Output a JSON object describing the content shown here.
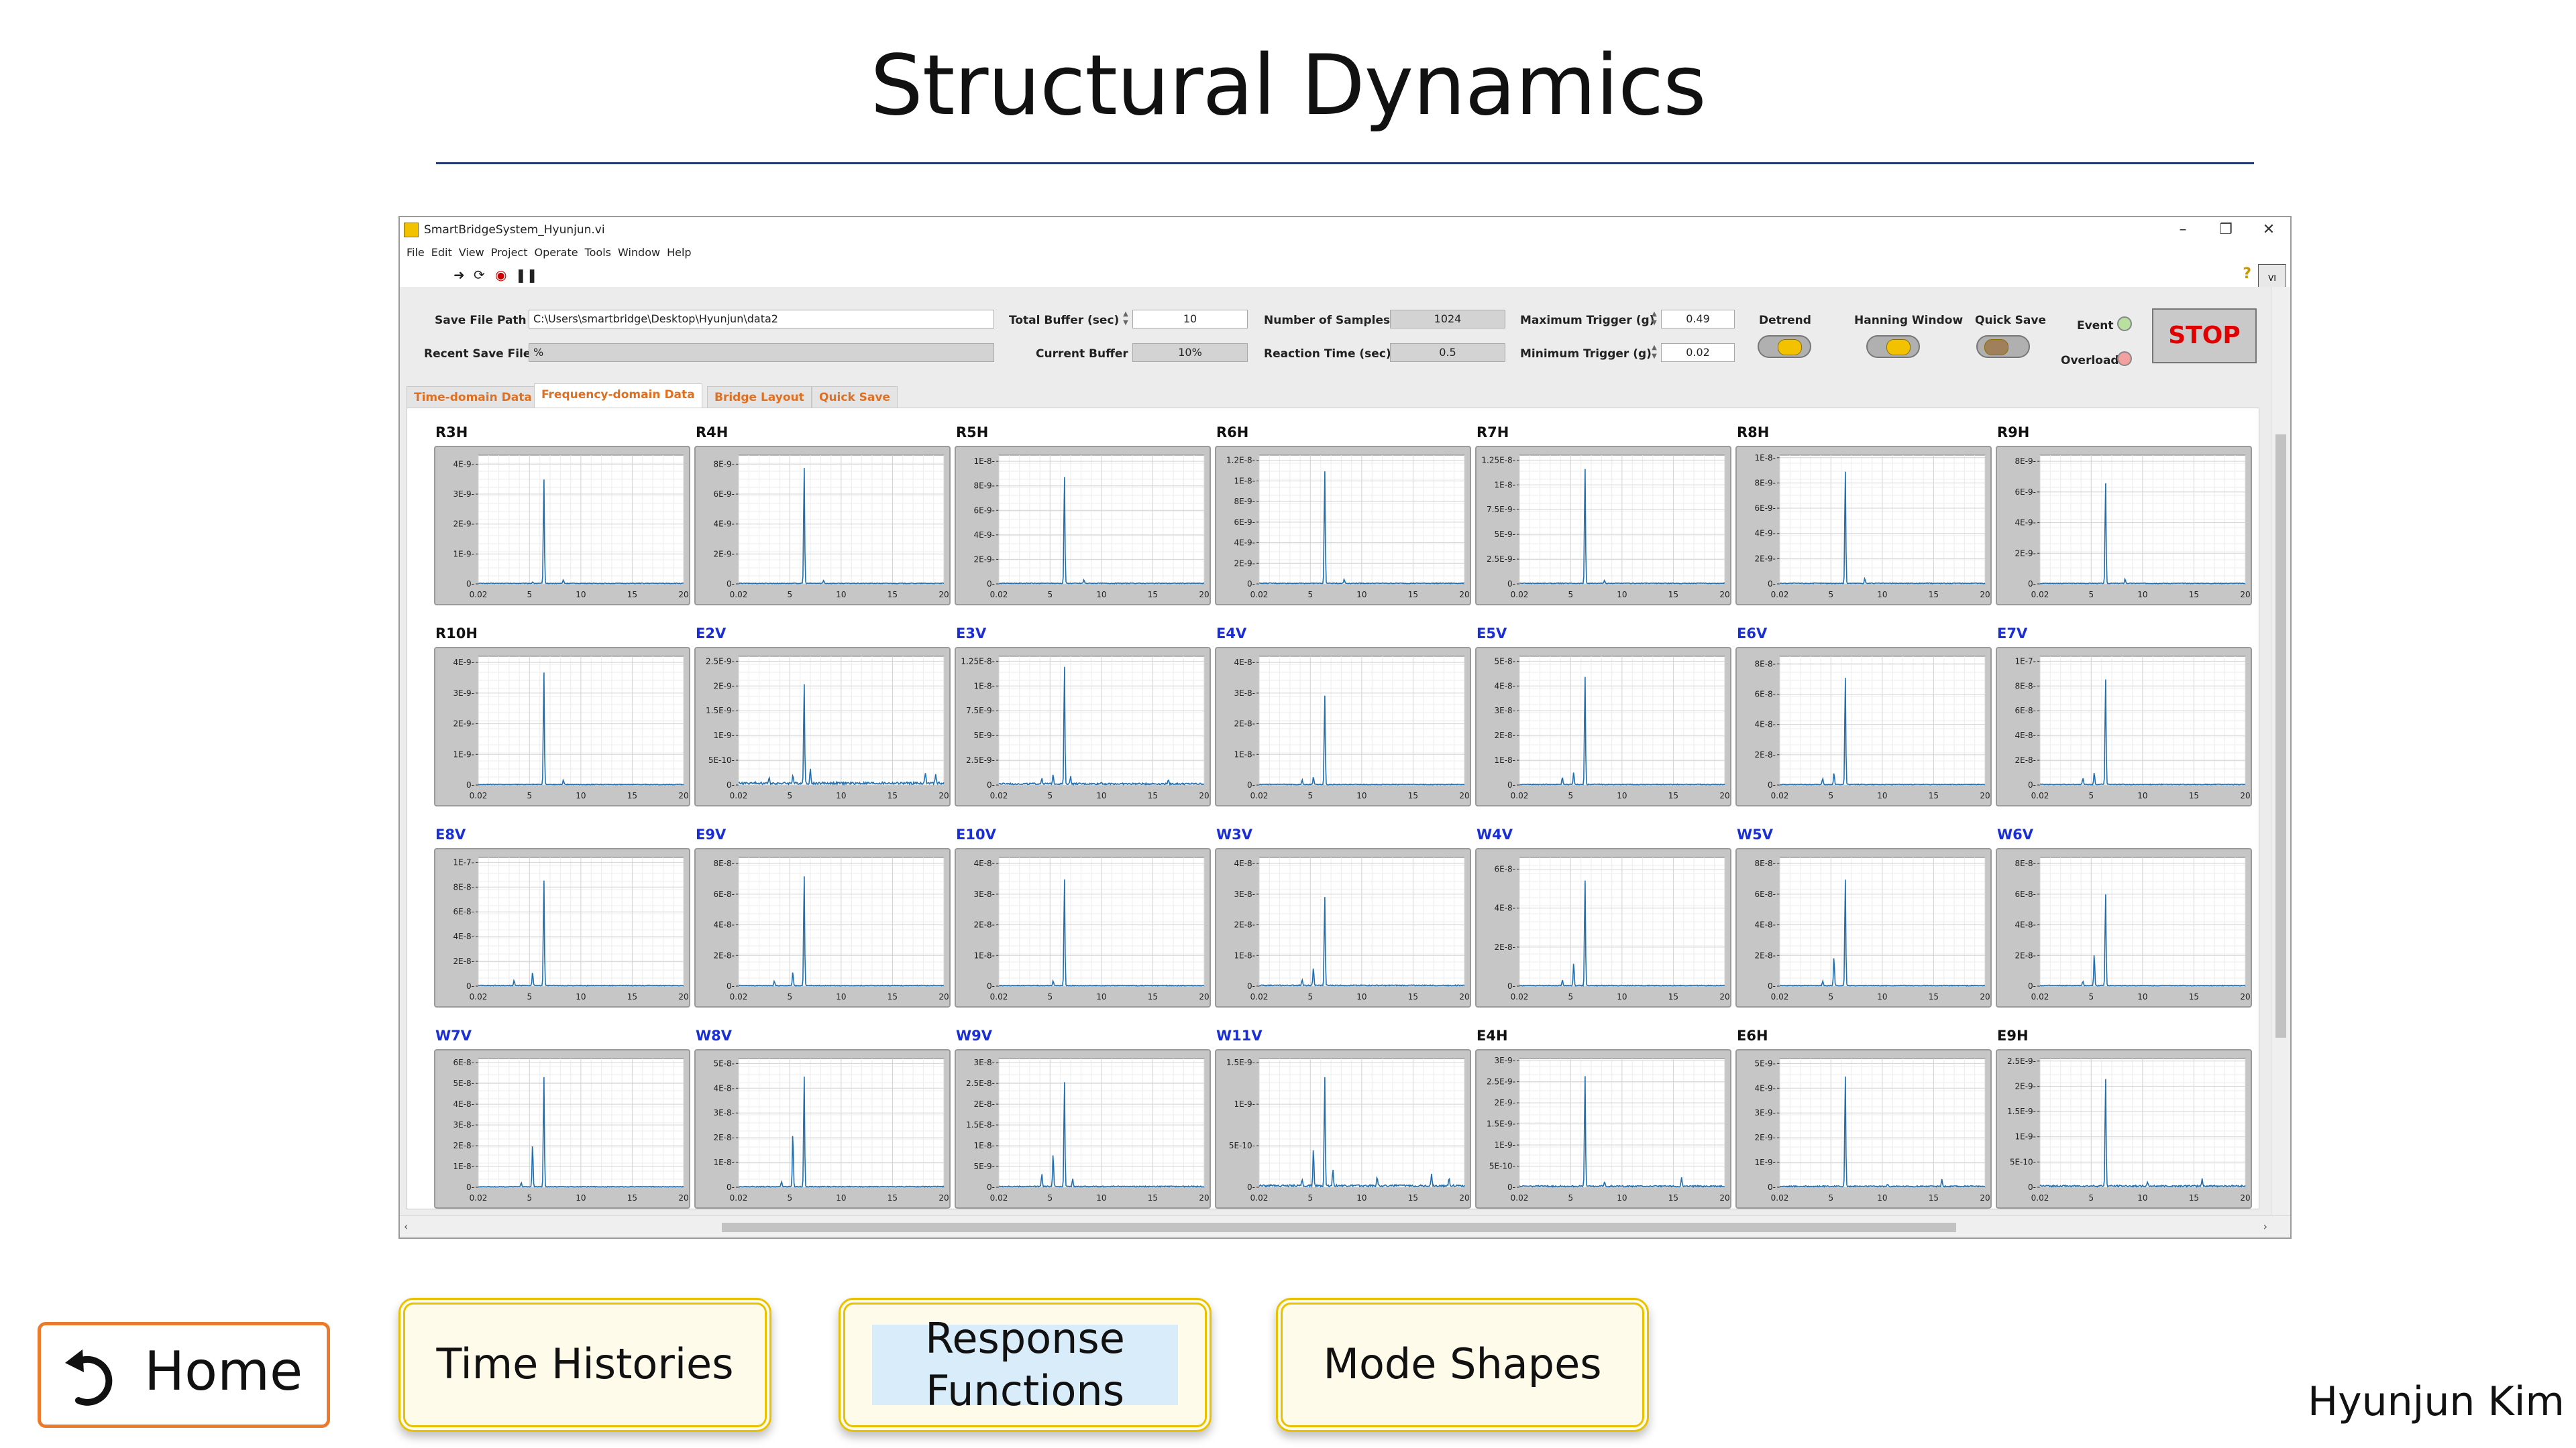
{
  "page": {
    "title": "Structural Dynamics",
    "author": "Hyunjun Kim"
  },
  "window": {
    "title": "SmartBridgeSystem_Hyunjun.vi",
    "menu": [
      "File",
      "Edit",
      "View",
      "Project",
      "Operate",
      "Tools",
      "Window",
      "Help"
    ],
    "toolbar_icons": [
      "run-arrow-icon",
      "run-continuous-icon",
      "abort-icon",
      "pause-icon"
    ]
  },
  "controls": {
    "save_file_path_label": "Save File Path",
    "save_file_path": "C:\\Users\\smartbridge\\Desktop\\Hyunjun\\data2",
    "recent_save_file_label": "Recent Save File",
    "recent_save_file": "%",
    "total_buffer_label": "Total Buffer (sec)",
    "total_buffer": "10",
    "current_buffer_label": "Current Buffer",
    "current_buffer": "10%",
    "number_of_samples_label": "Number of Samples",
    "number_of_samples": "1024",
    "reaction_time_label": "Reaction Time (sec)",
    "reaction_time": "0.5",
    "maximum_trigger_label": "Maximum Trigger (g)",
    "maximum_trigger": "0.49",
    "minimum_trigger_label": "Minimum Trigger (g)",
    "minimum_trigger": "0.02",
    "detrend_label": "Detrend",
    "hanning_label": "Hanning Window",
    "quick_save_label": "Quick Save",
    "event_label": "Event",
    "overload_label": "Overload",
    "stop_label": "STOP"
  },
  "tabs": [
    "Time-domain Data",
    "Frequency-domain Data",
    "Bridge Layout",
    "Quick Save"
  ],
  "active_tab": 1,
  "nav": {
    "home": "Home",
    "time_histories": "Time Histories",
    "response_functions_line1": "Response",
    "response_functions_line2": "Functions",
    "mode_shapes": "Mode Shapes"
  },
  "colors": {
    "trace": "#1f6fb0",
    "title_black": "#111111",
    "title_blue": "#1a2ed8",
    "stop_red": "#e00000",
    "event_led": "#b8e0a0",
    "overload_led": "#f2a0a0"
  },
  "chart_data": [
    {
      "type": "line",
      "title": "R3H",
      "title_color": "black",
      "yticks": [
        "0",
        "1E-9",
        "2E-9",
        "3E-9",
        "4E-9"
      ],
      "ymax": 4.3e-09,
      "xticks": [
        "0.02",
        "5",
        "10",
        "15",
        "20"
      ],
      "xlim": [
        0.02,
        20
      ],
      "peaks": [
        [
          6.4,
          3.6e-09
        ],
        [
          8.3,
          1.2e-10
        ],
        [
          5.3,
          5e-11
        ]
      ],
      "noise": 3e-11
    },
    {
      "type": "line",
      "title": "R4H",
      "title_color": "black",
      "yticks": [
        "0",
        "2E-9",
        "4E-9",
        "6E-9",
        "8E-9"
      ],
      "ymax": 8.6e-09,
      "xticks": [
        "0.02",
        "5",
        "10",
        "15",
        "20"
      ],
      "xlim": [
        0.02,
        20
      ],
      "peaks": [
        [
          6.4,
          8e-09
        ],
        [
          8.3,
          2e-10
        ]
      ],
      "noise": 6e-11
    },
    {
      "type": "line",
      "title": "R5H",
      "title_color": "black",
      "yticks": [
        "0",
        "2E-9",
        "4E-9",
        "6E-9",
        "8E-9",
        "1E-8"
      ],
      "ymax": 1.05e-08,
      "xticks": [
        "0.02",
        "5",
        "10",
        "15",
        "20"
      ],
      "xlim": [
        0.02,
        20
      ],
      "peaks": [
        [
          6.4,
          9e-09
        ],
        [
          8.3,
          3e-10
        ]
      ],
      "noise": 8e-11
    },
    {
      "type": "line",
      "title": "R6H",
      "title_color": "black",
      "yticks": [
        "0",
        "2E-9",
        "4E-9",
        "6E-9",
        "8E-9",
        "1E-8",
        "1.2E-8"
      ],
      "ymax": 1.25e-08,
      "xticks": [
        "0.02",
        "5",
        "10",
        "15",
        "20"
      ],
      "xlim": [
        0.02,
        20
      ],
      "peaks": [
        [
          6.4,
          1.13e-08
        ],
        [
          8.3,
          4e-10
        ]
      ],
      "noise": 1e-10
    },
    {
      "type": "line",
      "title": "R7H",
      "title_color": "black",
      "yticks": [
        "0",
        "2.5E-9",
        "5E-9",
        "7.5E-9",
        "1E-8",
        "1.25E-8"
      ],
      "ymax": 1.3e-08,
      "xticks": [
        "0.02",
        "5",
        "10",
        "15",
        "20"
      ],
      "xlim": [
        0.02,
        20
      ],
      "peaks": [
        [
          6.4,
          1.2e-08
        ],
        [
          8.3,
          3e-10
        ]
      ],
      "noise": 1e-10
    },
    {
      "type": "line",
      "title": "R8H",
      "title_color": "black",
      "yticks": [
        "0",
        "2E-9",
        "4E-9",
        "6E-9",
        "8E-9",
        "1E-8"
      ],
      "ymax": 1.02e-08,
      "xticks": [
        "0.02",
        "5",
        "10",
        "15",
        "20"
      ],
      "xlim": [
        0.02,
        20
      ],
      "peaks": [
        [
          6.4,
          9.2e-09
        ],
        [
          8.3,
          4e-10
        ]
      ],
      "noise": 8e-11
    },
    {
      "type": "line",
      "title": "R9H",
      "title_color": "black",
      "yticks": [
        "0",
        "2E-9",
        "4E-9",
        "6E-9",
        "8E-9"
      ],
      "ymax": 8.4e-09,
      "xticks": [
        "0.02",
        "5",
        "10",
        "15",
        "20"
      ],
      "xlim": [
        0.02,
        20
      ],
      "peaks": [
        [
          6.4,
          6.8e-09
        ],
        [
          8.3,
          3e-10
        ]
      ],
      "noise": 6e-11
    },
    {
      "type": "line",
      "title": "R10H",
      "title_color": "black",
      "yticks": [
        "0",
        "1E-9",
        "2E-9",
        "3E-9",
        "4E-9"
      ],
      "ymax": 4.2e-09,
      "xticks": [
        "0.02",
        "5",
        "10",
        "15",
        "20"
      ],
      "xlim": [
        0.02,
        20
      ],
      "peaks": [
        [
          6.4,
          3.8e-09
        ],
        [
          8.3,
          1.5e-10
        ]
      ],
      "noise": 3e-11
    },
    {
      "type": "line",
      "title": "E2V",
      "title_color": "blue",
      "yticks": [
        "0",
        "5E-10",
        "1E-9",
        "1.5E-9",
        "2E-9",
        "2.5E-9"
      ],
      "ymax": 2.6e-09,
      "xticks": [
        "0.02",
        "5",
        "10",
        "15",
        "20"
      ],
      "xlim": [
        0.02,
        20
      ],
      "peaks": [
        [
          6.4,
          2.1e-09
        ],
        [
          5.3,
          1.8e-10
        ],
        [
          7.0,
          3e-10
        ],
        [
          18.2,
          2.2e-10
        ],
        [
          19.2,
          2e-10
        ],
        [
          3.0,
          1e-10
        ]
      ],
      "noise": 6e-11
    },
    {
      "type": "line",
      "title": "E3V",
      "title_color": "blue",
      "yticks": [
        "0",
        "2.5E-9",
        "5E-9",
        "7.5E-9",
        "1E-8",
        "1.25E-8"
      ],
      "ymax": 1.3e-08,
      "xticks": [
        "0.02",
        "5",
        "10",
        "15",
        "20"
      ],
      "xlim": [
        0.02,
        20
      ],
      "peaks": [
        [
          6.4,
          1.22e-08
        ],
        [
          5.3,
          1e-09
        ],
        [
          7.0,
          8e-10
        ],
        [
          4.2,
          6e-10
        ],
        [
          16.5,
          4e-10
        ],
        [
          10,
          2e-10
        ]
      ],
      "noise": 2e-10
    },
    {
      "type": "line",
      "title": "E4V",
      "title_color": "blue",
      "yticks": [
        "0",
        "1E-8",
        "2E-8",
        "3E-8",
        "4E-8"
      ],
      "ymax": 4.2e-08,
      "xticks": [
        "0.02",
        "5",
        "10",
        "15",
        "20"
      ],
      "xlim": [
        0.02,
        20
      ],
      "peaks": [
        [
          6.4,
          3e-08
        ],
        [
          5.3,
          2.5e-09
        ],
        [
          4.2,
          1.5e-09
        ]
      ],
      "noise": 3e-10
    },
    {
      "type": "line",
      "title": "E5V",
      "title_color": "blue",
      "yticks": [
        "0",
        "1E-8",
        "2E-8",
        "3E-8",
        "4E-8",
        "5E-8"
      ],
      "ymax": 5.2e-08,
      "xticks": [
        "0.02",
        "5",
        "10",
        "15",
        "20"
      ],
      "xlim": [
        0.02,
        20
      ],
      "peaks": [
        [
          6.4,
          4.5e-08
        ],
        [
          5.3,
          5e-09
        ],
        [
          4.2,
          3e-09
        ]
      ],
      "noise": 4e-10
    },
    {
      "type": "line",
      "title": "E6V",
      "title_color": "blue",
      "yticks": [
        "0",
        "2E-8",
        "4E-8",
        "6E-8",
        "8E-8"
      ],
      "ymax": 8.5e-08,
      "xticks": [
        "0.02",
        "5",
        "10",
        "15",
        "20"
      ],
      "xlim": [
        0.02,
        20
      ],
      "peaks": [
        [
          6.4,
          7.3e-08
        ],
        [
          5.3,
          8e-09
        ],
        [
          4.2,
          4e-09
        ]
      ],
      "noise": 6e-10
    },
    {
      "type": "line",
      "title": "E7V",
      "title_color": "blue",
      "yticks": [
        "0",
        "2E-8",
        "4E-8",
        "6E-8",
        "8E-8",
        "1E-7"
      ],
      "ymax": 1.04e-07,
      "xticks": [
        "0.02",
        "5",
        "10",
        "15",
        "20"
      ],
      "xlim": [
        0.02,
        20
      ],
      "peaks": [
        [
          6.4,
          8.8e-08
        ],
        [
          5.3,
          1e-08
        ],
        [
          4.2,
          5e-09
        ]
      ],
      "noise": 8e-10
    },
    {
      "type": "line",
      "title": "E8V",
      "title_color": "blue",
      "yticks": [
        "0",
        "2E-8",
        "4E-8",
        "6E-8",
        "8E-8",
        "1E-7"
      ],
      "ymax": 1.04e-07,
      "xticks": [
        "0.02",
        "5",
        "10",
        "15",
        "20"
      ],
      "xlim": [
        0.02,
        20
      ],
      "peaks": [
        [
          6.4,
          8.8e-08
        ],
        [
          5.3,
          1.1e-08
        ],
        [
          3.5,
          4e-09
        ]
      ],
      "noise": 8e-10
    },
    {
      "type": "line",
      "title": "E9V",
      "title_color": "blue",
      "yticks": [
        "0",
        "2E-8",
        "4E-8",
        "6E-8",
        "8E-8"
      ],
      "ymax": 8.4e-08,
      "xticks": [
        "0.02",
        "5",
        "10",
        "15",
        "20"
      ],
      "xlim": [
        0.02,
        20
      ],
      "peaks": [
        [
          6.4,
          7.4e-08
        ],
        [
          5.3,
          9e-09
        ],
        [
          3.5,
          3e-09
        ]
      ],
      "noise": 6e-10
    },
    {
      "type": "line",
      "title": "E10V",
      "title_color": "blue",
      "yticks": [
        "0",
        "1E-8",
        "2E-8",
        "3E-8",
        "4E-8"
      ],
      "ymax": 4.2e-08,
      "xticks": [
        "0.02",
        "5",
        "10",
        "15",
        "20"
      ],
      "xlim": [
        0.02,
        20
      ],
      "peaks": [
        [
          6.4,
          3.6e-08
        ],
        [
          5.3,
          1.5e-09
        ]
      ],
      "noise": 3e-10
    },
    {
      "type": "line",
      "title": "W3V",
      "title_color": "blue",
      "yticks": [
        "0",
        "1E-8",
        "2E-8",
        "3E-8",
        "4E-8"
      ],
      "ymax": 4.2e-08,
      "xticks": [
        "0.02",
        "5",
        "10",
        "15",
        "20"
      ],
      "xlim": [
        0.02,
        20
      ],
      "peaks": [
        [
          6.4,
          3e-08
        ],
        [
          5.3,
          6e-09
        ],
        [
          4.2,
          2e-09
        ]
      ],
      "noise": 4e-10
    },
    {
      "type": "line",
      "title": "W4V",
      "title_color": "blue",
      "yticks": [
        "0",
        "2E-8",
        "4E-8",
        "6E-8"
      ],
      "ymax": 6.6e-08,
      "xticks": [
        "0.02",
        "5",
        "10",
        "15",
        "20"
      ],
      "xlim": [
        0.02,
        20
      ],
      "peaks": [
        [
          6.4,
          5.6e-08
        ],
        [
          5.3,
          1.2e-08
        ],
        [
          4.2,
          3e-09
        ]
      ],
      "noise": 5e-10
    },
    {
      "type": "line",
      "title": "W5V",
      "title_color": "blue",
      "yticks": [
        "0",
        "2E-8",
        "4E-8",
        "6E-8",
        "8E-8"
      ],
      "ymax": 8.4e-08,
      "xticks": [
        "0.02",
        "5",
        "10",
        "15",
        "20"
      ],
      "xlim": [
        0.02,
        20
      ],
      "peaks": [
        [
          6.4,
          7.2e-08
        ],
        [
          5.3,
          1.9e-08
        ],
        [
          4.2,
          3e-09
        ]
      ],
      "noise": 6e-10
    },
    {
      "type": "line",
      "title": "W6V",
      "title_color": "blue",
      "yticks": [
        "0",
        "2E-8",
        "4E-8",
        "6E-8",
        "8E-8"
      ],
      "ymax": 8.4e-08,
      "xticks": [
        "0.02",
        "5",
        "10",
        "15",
        "20"
      ],
      "xlim": [
        0.02,
        20
      ],
      "peaks": [
        [
          6.4,
          6.2e-08
        ],
        [
          5.3,
          2.1e-08
        ],
        [
          4.2,
          3e-09
        ]
      ],
      "noise": 6e-10
    },
    {
      "type": "line",
      "title": "W7V",
      "title_color": "blue",
      "yticks": [
        "0",
        "1E-8",
        "2E-8",
        "3E-8",
        "4E-8",
        "5E-8",
        "6E-8"
      ],
      "ymax": 6.2e-08,
      "xticks": [
        "0.02",
        "5",
        "10",
        "15",
        "20"
      ],
      "xlim": [
        0.02,
        20
      ],
      "peaks": [
        [
          6.4,
          5.5e-08
        ],
        [
          5.3,
          2.1e-08
        ],
        [
          4.2,
          2e-09
        ]
      ],
      "noise": 4e-10
    },
    {
      "type": "line",
      "title": "W8V",
      "title_color": "blue",
      "yticks": [
        "0",
        "1E-8",
        "2E-8",
        "3E-8",
        "4E-8",
        "5E-8"
      ],
      "ymax": 5.2e-08,
      "xticks": [
        "0.02",
        "5",
        "10",
        "15",
        "20"
      ],
      "xlim": [
        0.02,
        20
      ],
      "peaks": [
        [
          6.4,
          4.6e-08
        ],
        [
          5.3,
          2.2e-08
        ],
        [
          4.2,
          2e-09
        ]
      ],
      "noise": 4e-10
    },
    {
      "type": "line",
      "title": "W9V",
      "title_color": "blue",
      "yticks": [
        "0",
        "5E-9",
        "1E-8",
        "1.5E-8",
        "2E-8",
        "2.5E-8",
        "3E-8"
      ],
      "ymax": 3.1e-08,
      "xticks": [
        "0.02",
        "5",
        "10",
        "15",
        "20"
      ],
      "xlim": [
        0.02,
        20
      ],
      "peaks": [
        [
          6.4,
          2.6e-08
        ],
        [
          5.3,
          8e-09
        ],
        [
          4.2,
          3e-09
        ],
        [
          7.2,
          2e-09
        ]
      ],
      "noise": 3e-10
    },
    {
      "type": "line",
      "title": "W11V",
      "title_color": "blue",
      "yticks": [
        "0",
        "5E-10",
        "1E-9",
        "1.5E-9"
      ],
      "ymax": 1.55e-09,
      "xticks": [
        "0.02",
        "5",
        "10",
        "15",
        "20"
      ],
      "xlim": [
        0.02,
        20
      ],
      "peaks": [
        [
          6.4,
          1.35e-09
        ],
        [
          5.3,
          4.5e-10
        ],
        [
          7.2,
          2e-10
        ],
        [
          11.5,
          1.2e-10
        ],
        [
          16.8,
          1.5e-10
        ],
        [
          18.5,
          1e-10
        ],
        [
          4.2,
          8e-11
        ]
      ],
      "noise": 3e-11
    },
    {
      "type": "line",
      "title": "E4H",
      "title_color": "black",
      "yticks": [
        "0",
        "5E-10",
        "1E-9",
        "1.5E-9",
        "2E-9",
        "2.5E-9",
        "3E-9"
      ],
      "ymax": 3.05e-09,
      "xticks": [
        "0.02",
        "5",
        "10",
        "15",
        "20"
      ],
      "xlim": [
        0.02,
        20
      ],
      "peaks": [
        [
          6.4,
          2.7e-09
        ],
        [
          8.3,
          1e-10
        ],
        [
          15.8,
          2e-10
        ]
      ],
      "noise": 4e-11
    },
    {
      "type": "line",
      "title": "E6H",
      "title_color": "black",
      "yticks": [
        "0",
        "1E-9",
        "2E-9",
        "3E-9",
        "4E-9",
        "5E-9"
      ],
      "ymax": 5.2e-09,
      "xticks": [
        "0.02",
        "5",
        "10",
        "15",
        "20"
      ],
      "xlim": [
        0.02,
        20
      ],
      "peaks": [
        [
          6.4,
          4.6e-09
        ],
        [
          15.8,
          3e-10
        ],
        [
          10.5,
          1e-10
        ]
      ],
      "noise": 6e-11
    },
    {
      "type": "line",
      "title": "E9H",
      "title_color": "black",
      "yticks": [
        "0",
        "5E-10",
        "1E-9",
        "1.5E-9",
        "2E-9",
        "2.5E-9"
      ],
      "ymax": 2.55e-09,
      "xticks": [
        "0.02",
        "5",
        "10",
        "15",
        "20"
      ],
      "xlim": [
        0.02,
        20
      ],
      "peaks": [
        [
          6.4,
          2.2e-09
        ],
        [
          15.8,
          1.4e-10
        ],
        [
          10.5,
          7e-11
        ]
      ],
      "noise": 4e-11
    }
  ]
}
